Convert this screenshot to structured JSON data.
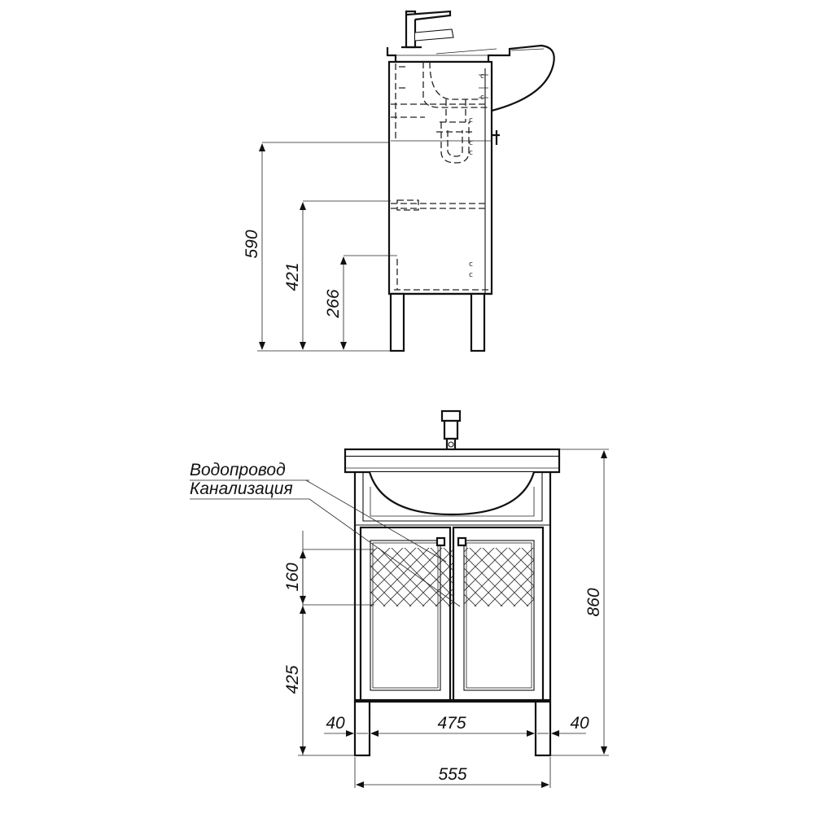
{
  "side_view": {
    "dimensions": {
      "d590": "590",
      "d421": "421",
      "d266": "266"
    }
  },
  "front_view": {
    "pipe_labels": {
      "water": "Водопровод",
      "sewer": "Канализация"
    },
    "dimensions": {
      "d160": "160",
      "d425": "425",
      "d860": "860",
      "d40_left": "40",
      "d475": "475",
      "d40_right": "40",
      "d555": "555"
    }
  }
}
